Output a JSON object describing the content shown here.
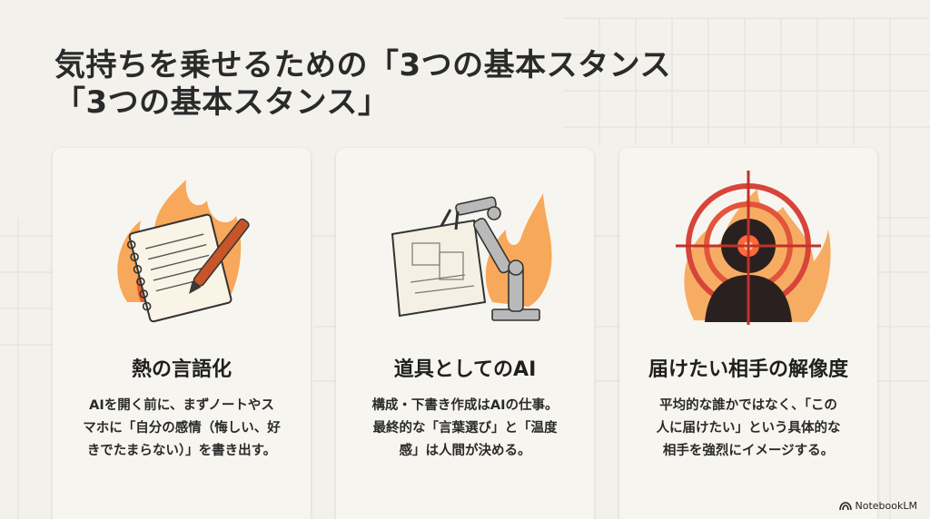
{
  "title": {
    "line1": "気持ちを乗せるための「3つの基本スタンス",
    "line2": "「3つの基本スタンス」"
  },
  "cards": [
    {
      "heading": "熱の言語化",
      "lines": [
        "AIを開く前に、まずノートやス",
        "マホに「自分の感情（悔しい、好",
        "きでたまらない）」を書き出す。"
      ],
      "icon": "burning-notebook-icon"
    },
    {
      "heading": "道具としてのAI",
      "lines": [
        "構成・下書き作成はAIの仕事。",
        "最終的な「言葉選び」と「温度",
        "感」は人間が決める。"
      ],
      "icon": "robot-arm-blueprint-icon"
    },
    {
      "heading": "届けたい相手の解像度",
      "lines": [
        "平均的な誰かではなく、「この",
        "人に届けたい」という具体的な",
        "相手を強烈にイメージする。"
      ],
      "icon": "target-person-icon"
    }
  ],
  "brand": {
    "name": "NotebookLM",
    "icon": "notebooklm-logo-icon"
  },
  "colors": {
    "accent": "#e8726a",
    "flame": "#f06a2a",
    "background": "#f3f1ec"
  }
}
